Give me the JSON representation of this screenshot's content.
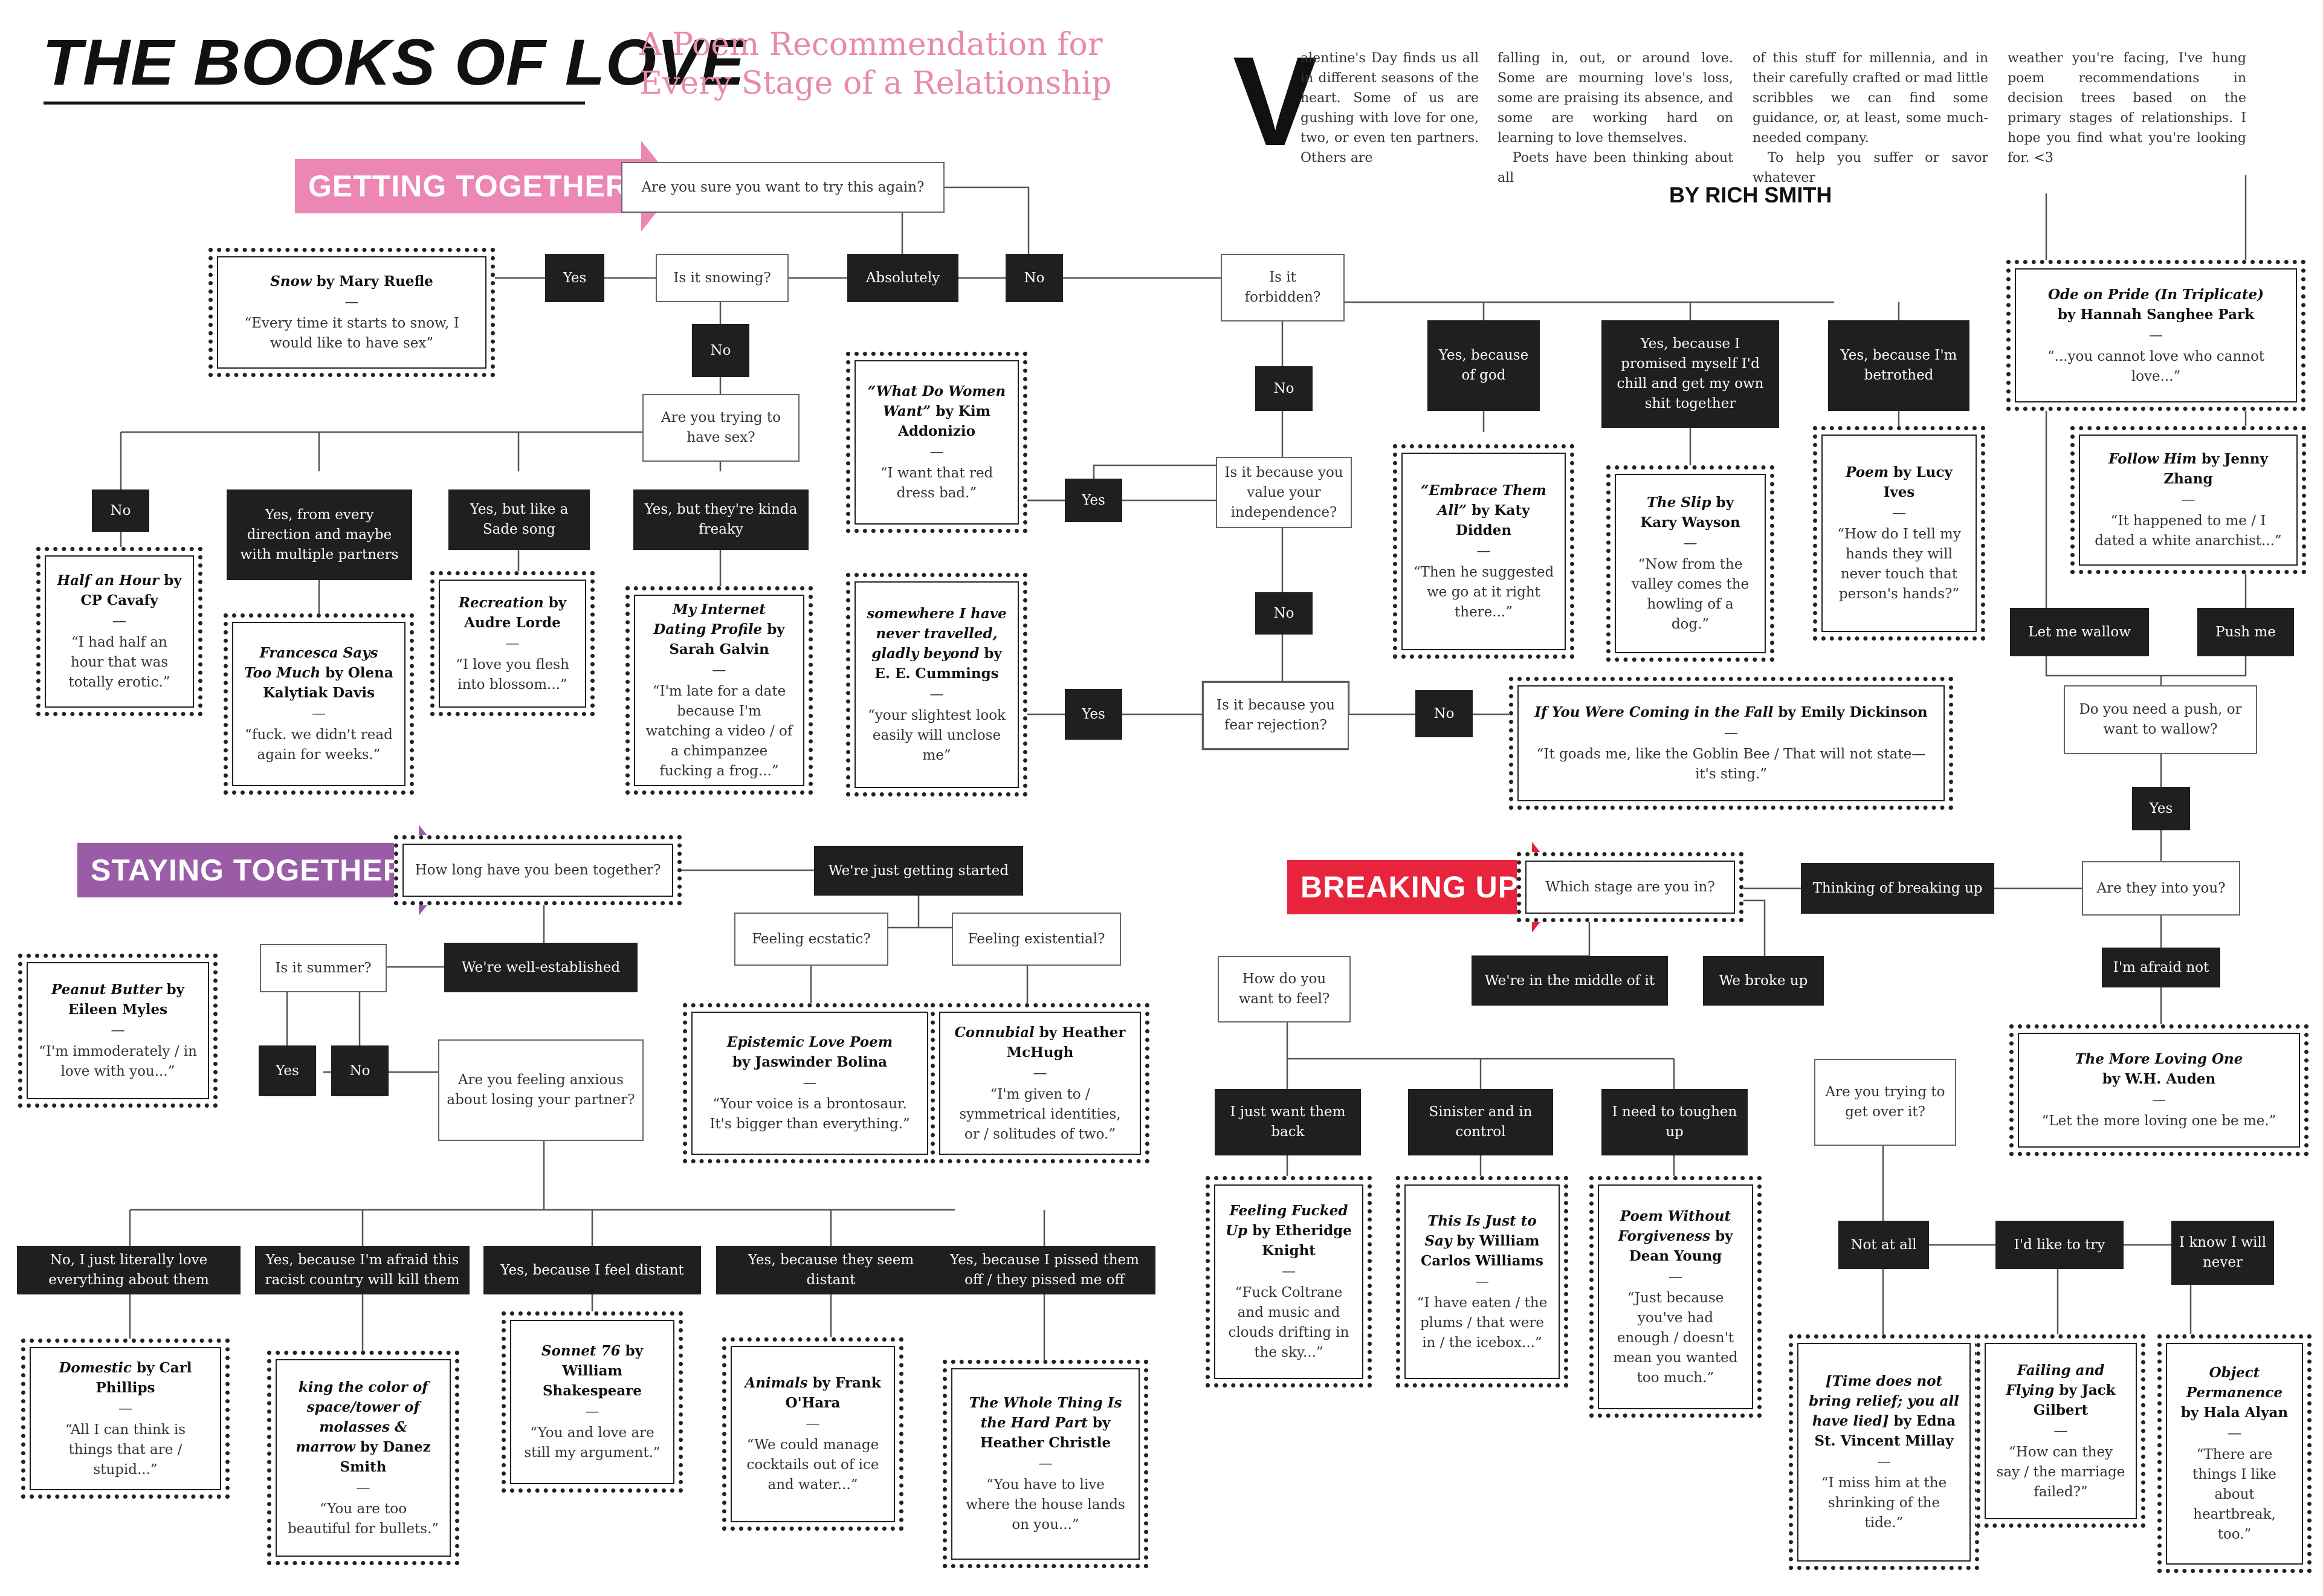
{
  "header": {
    "title": "THE BOOKS OF LOVE",
    "subtitle_line1": "A Poem Recommendation for",
    "subtitle_line2": "Every Stage of a Relationship",
    "byline": "BY RICH SMITH",
    "dropcap": "V",
    "intro_col1": "alentine's Day finds us all in different seasons of the heart. Some of us are gushing with love for one, two, or even ten partners. Others are",
    "intro_col2a": "falling in, out, or around love. Some are mourning love's loss, some are praising its absence, and some are working hard on learning to love themselves.",
    "intro_col2b": "Poets have been thinking about all",
    "intro_col3a": "of this stuff for millennia, and in their carefully crafted or mad little scribbles we can find some guidance, or, at least, some much-needed company.",
    "intro_col3b": "To help you suffer or savor whatever",
    "intro_col4": "weather you're facing, I've hung poem recommendations in decision trees based on the primary stages of relationships. I hope you find what you're looking for. <3"
  },
  "colors": {
    "getting_together": "#ec86b4",
    "staying_together": "#9a5ca6",
    "breaking_up": "#e8243c",
    "answer_fill": "#1f1f1f"
  },
  "sections": {
    "getting_together": "GETTING TOGETHER",
    "staying_together": "STAYING TOGETHER",
    "breaking_up": "BREAKING UP"
  },
  "questions": {
    "gt_try_again": "Are you sure you want to try this again?",
    "gt_snowing": "Is it snowing?",
    "gt_forbidden": "Is it forbidden?",
    "gt_sex": "Are you trying to have sex?",
    "gt_independence": "Is it because you value your independence?",
    "gt_rejection": "Is it because you fear rejection?",
    "gt_push_wallow": "Do you need a push, or want to wallow?",
    "st_how_long": "How long have you been together?",
    "st_summer": "Is it summer?",
    "st_ecstatic": "Feeling ecstatic?",
    "st_existential": "Feeling existential?",
    "st_anxious": "Are you feeling anxious about losing your partner?",
    "bu_stage": "Which stage are you in?",
    "bu_into_you": "Are they into you?",
    "bu_feel": "How do you want to feel?",
    "bu_get_over": "Are you trying to get over it?"
  },
  "answers": {
    "gt_yes_snow": "Yes",
    "gt_absolutely": "Absolutely",
    "gt_no_try": "No",
    "gt_no_snow": "No",
    "gt_yes_god": "Yes, because of god",
    "gt_yes_promised": "Yes, because I promised myself I'd chill and get my own shit together",
    "gt_yes_betrothed": "Yes, because I'm betrothed",
    "gt_no_forbidden": "No",
    "gt_no_sex": "No",
    "gt_yes_every": "Yes, from every direction and maybe with multiple partners",
    "gt_yes_sade": "Yes, but like a Sade song",
    "gt_yes_freaky": "Yes, but they're kinda freaky",
    "gt_yes_indep": "Yes",
    "gt_no_indep": "No",
    "gt_yes_reject": "Yes",
    "gt_no_reject": "No",
    "gt_wallow": "Let me wallow",
    "gt_push": "Push me",
    "gt_yes_push": "Yes",
    "st_started": "We're just getting started",
    "st_established": "We're well-established",
    "st_yes_summer": "Yes",
    "st_no_summer": "No",
    "st_love_all": "No, I just literally love everything about them",
    "st_racist": "Yes, because I'm afraid this racist country will kill them",
    "st_distant": "Yes, because I feel distant",
    "st_they_distant": "Yes, because they seem distant",
    "st_pissed": "Yes, because I pissed them off / they pissed me off",
    "bu_thinking": "Thinking of breaking up",
    "bu_middle": "We're in the middle of it",
    "bu_broke": "We broke up",
    "bu_afraid_not": "I'm afraid not",
    "bu_want_back": "I just want them back",
    "bu_sinister": "Sinister and in control",
    "bu_toughen": "I need to toughen up",
    "bu_not_at_all": "Not at all",
    "bu_like_to_try": "I'd like to try",
    "bu_know_never": "I know I will never"
  },
  "poems": {
    "snow": {
      "title": "Snow",
      "author": "by Mary Ruefle",
      "dash": "—",
      "quote": "“Every time it starts to snow, I would like to have sex”"
    },
    "what_women": {
      "title": "“What Do Women Want”",
      "author": "by Kim Addonizio",
      "dash": "—",
      "quote": "“I want that red dress bad.”"
    },
    "somewhere": {
      "title": "somewhere I have never travelled, gladly beyond",
      "author": "by E. E. Cummings",
      "dash": "—",
      "quote": "“your slightest look easily will unclose me”"
    },
    "embrace": {
      "title": "“Embrace Them All”",
      "author": "by Katy Didden",
      "dash": "—",
      "quote": "“Then he suggested we go at it right there...”"
    },
    "slip": {
      "title": "The Slip",
      "author": "by Kary Wayson",
      "dash": "—",
      "quote": "“Now from the valley comes the howling of a dog.”"
    },
    "lucy": {
      "title": "Poem",
      "author": "by Lucy Ives",
      "dash": "—",
      "quote": "“How do I tell my hands they will never touch that person's hands?”"
    },
    "pride": {
      "title": "Ode on Pride (In Triplicate)",
      "author": "by Hannah Sanghee Park",
      "dash": "—",
      "quote": "“...you cannot love who cannot love...”"
    },
    "follow": {
      "title": "Follow Him",
      "author": "by Jenny Zhang",
      "dash": "—",
      "quote": "“It happened to me / I dated a white anarchist...”"
    },
    "half_hour": {
      "title": "Half an Hour",
      "author": "by CP Cavafy",
      "dash": "—",
      "quote": "“I had half an hour that was totally erotic.”"
    },
    "francesca": {
      "title": "Francesca Says Too Much",
      "author": "by Olena Kalytiak Davis",
      "dash": "—",
      "quote": "“fuck. we didn't read again for weeks.”"
    },
    "recreation": {
      "title": "Recreation",
      "author": "by Audre Lorde",
      "dash": "—",
      "quote": "“I love you flesh into blossom...”"
    },
    "dating": {
      "title": "My Internet Dating Profile",
      "author": "by Sarah Galvin",
      "dash": "—",
      "quote": "“I'm late for a date because I'm watching a video / of a chimpanzee fucking a frog...”"
    },
    "fall": {
      "title": "If You Were Coming in the Fall",
      "author": "by Emily Dickinson",
      "dash": "—",
      "quote": "“It goads me, like the Goblin Bee / That will not state—it's sting.”"
    },
    "peanut": {
      "title": "Peanut Butter",
      "author": "by Eileen Myles",
      "dash": "—",
      "quote": "“I'm immoderately / in love with you...”"
    },
    "epistemic": {
      "title": "Epistemic Love Poem",
      "author": "by Jaswinder Bolina",
      "dash": "—",
      "quote": "“Your voice is a brontosaur. It's bigger than everything.”"
    },
    "connubial": {
      "title": "Connubial",
      "author": "by Heather McHugh",
      "dash": "—",
      "quote": "“I'm given to / symmetrical identities, or / solitudes of two.”"
    },
    "domestic": {
      "title": "Domestic",
      "author": "by Carl Phillips",
      "dash": "—",
      "quote": "“All I can think is things that are / stupid...”"
    },
    "king": {
      "title": "king the color of space/tower of molasses & marrow",
      "author": "by Danez Smith",
      "dash": "—",
      "quote": "“You are too beautiful for bullets.”"
    },
    "sonnet": {
      "title": "Sonnet 76",
      "author": "by William Shakespeare",
      "dash": "—",
      "quote": "“You and love are still my argument.”"
    },
    "animals": {
      "title": "Animals",
      "author": "by Frank O'Hara",
      "dash": "—",
      "quote": "“We could manage cocktails out of ice and water...”"
    },
    "whole_thing": {
      "title": "The Whole Thing Is the Hard Part",
      "author": "by Heather Christle",
      "dash": "—",
      "quote": "“You have to live where the house lands on you...”"
    },
    "more_loving": {
      "title": "The More Loving One",
      "author": "by W.H. Auden",
      "dash": "—",
      "quote": "“Let the more loving one be me.”"
    },
    "feeling": {
      "title": "Feeling Fucked Up",
      "author": "by Etheridge Knight",
      "dash": "—",
      "quote": "“Fuck Coltrane and music and clouds drifting in the sky...”"
    },
    "just_to_say": {
      "title": "This Is Just to Say",
      "author": "by William Carlos Williams",
      "dash": "—",
      "quote": "“I have eaten / the plums / that were in / the icebox...”"
    },
    "forgiveness": {
      "title": "Poem Without Forgiveness",
      "author": "by Dean Young",
      "dash": "—",
      "quote": "“Just because you've had enough / doesn't mean you wanted too much.”"
    },
    "relief": {
      "title": "[Time does not bring relief; you all have lied]",
      "author": "by Edna St. Vincent Millay",
      "dash": "—",
      "quote": "“I miss him at the shrinking of the tide.”"
    },
    "failing": {
      "title": "Failing and Flying",
      "author": "by Jack Gilbert",
      "dash": "—",
      "quote": "“How can they say / the marriage failed?”"
    },
    "object": {
      "title": "Object Permanence",
      "author": "by Hala Alyan",
      "dash": "—",
      "quote": "“There are things I like about heartbreak, too.”"
    }
  }
}
